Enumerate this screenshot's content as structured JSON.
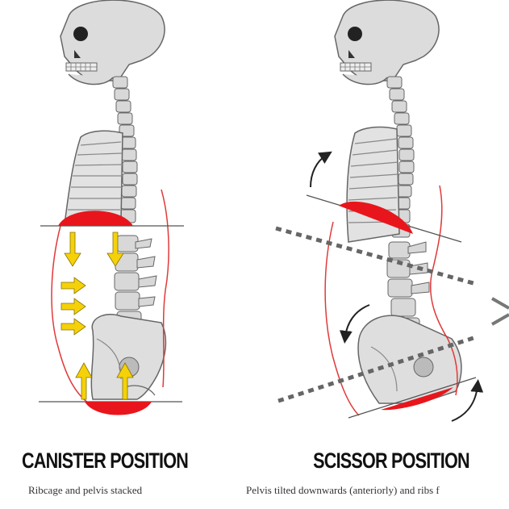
{
  "left_panel": {
    "title": "CANISTER POSITION",
    "subtitle": "Ribcage and pelvis stacked"
  },
  "right_panel": {
    "title": "SCISSOR POSITION",
    "subtitle": "Pelvis tilted downwards (anteriorly) and ribs f"
  },
  "colors": {
    "bone": "#dcdcdc",
    "bone_outline": "#555555",
    "diaphragm": "#e8161c",
    "pelvic_floor": "#e8161c",
    "arrow": "#f5d10a",
    "body_outline": "#e03a3a",
    "plane_line_dashed": "#666666",
    "plane_line_solid": "#555555",
    "motion_arrow": "#222222"
  }
}
